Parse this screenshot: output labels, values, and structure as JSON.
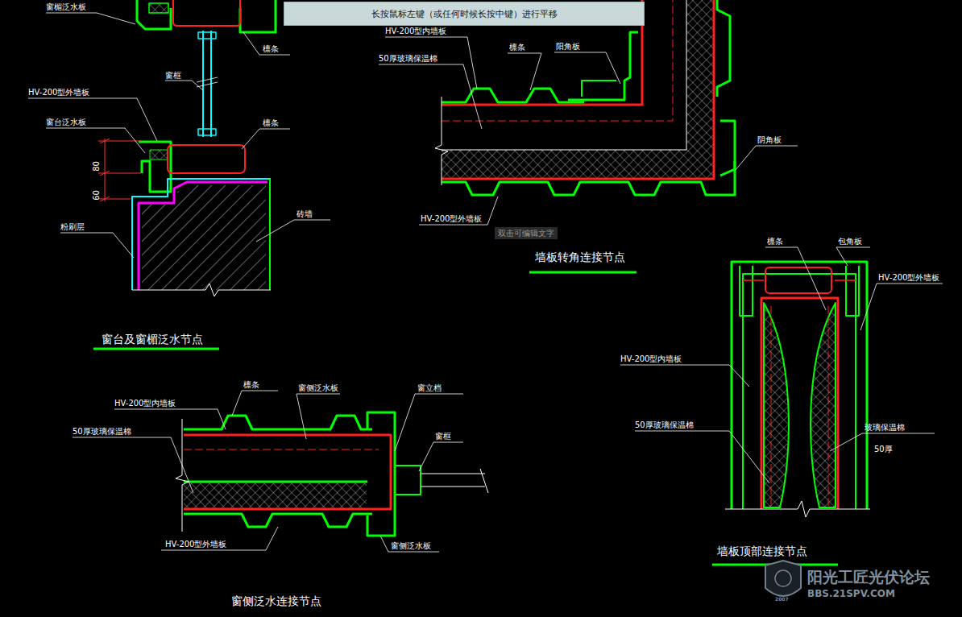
{
  "diagram": {
    "nodes": [
      {
        "text": [
          "长按鼠标左键（或任何时候长按中键）进行平移"
        ]
      }
    ],
    "labels": [
      "窗楣泛水板",
      "檩条",
      "窗框",
      "HV-200型外墙板",
      "窗台泛水板",
      "檩条",
      "80",
      "60",
      "粉刷层",
      "砖墙",
      "窗台及窗楣泛水节点",
      "HV-200型内墙板",
      "50厚玻璃保温棉",
      "檩条",
      "阳角板",
      "阴角板",
      "HV-200型外墙板",
      "双击可编辑文字",
      "墙板转角连接节点",
      "檩条",
      "窗侧泛水板",
      "窗立档",
      "HV-200型内墙板",
      "50厚玻璃保温棉",
      "窗框",
      "HV-200型外墙板",
      "窗侧泛水板",
      "窗侧泛水连接节点",
      "檩条",
      "包角板",
      "HV-200型外墙板",
      "HV-200型内墙板",
      "50厚玻璃保温棉",
      "玻璃保温棉",
      "50厚",
      "墙板顶部连接节点",
      "阳光工匠光伏论坛",
      "BBS.21SPV.COM",
      "2007"
    ]
  }
}
